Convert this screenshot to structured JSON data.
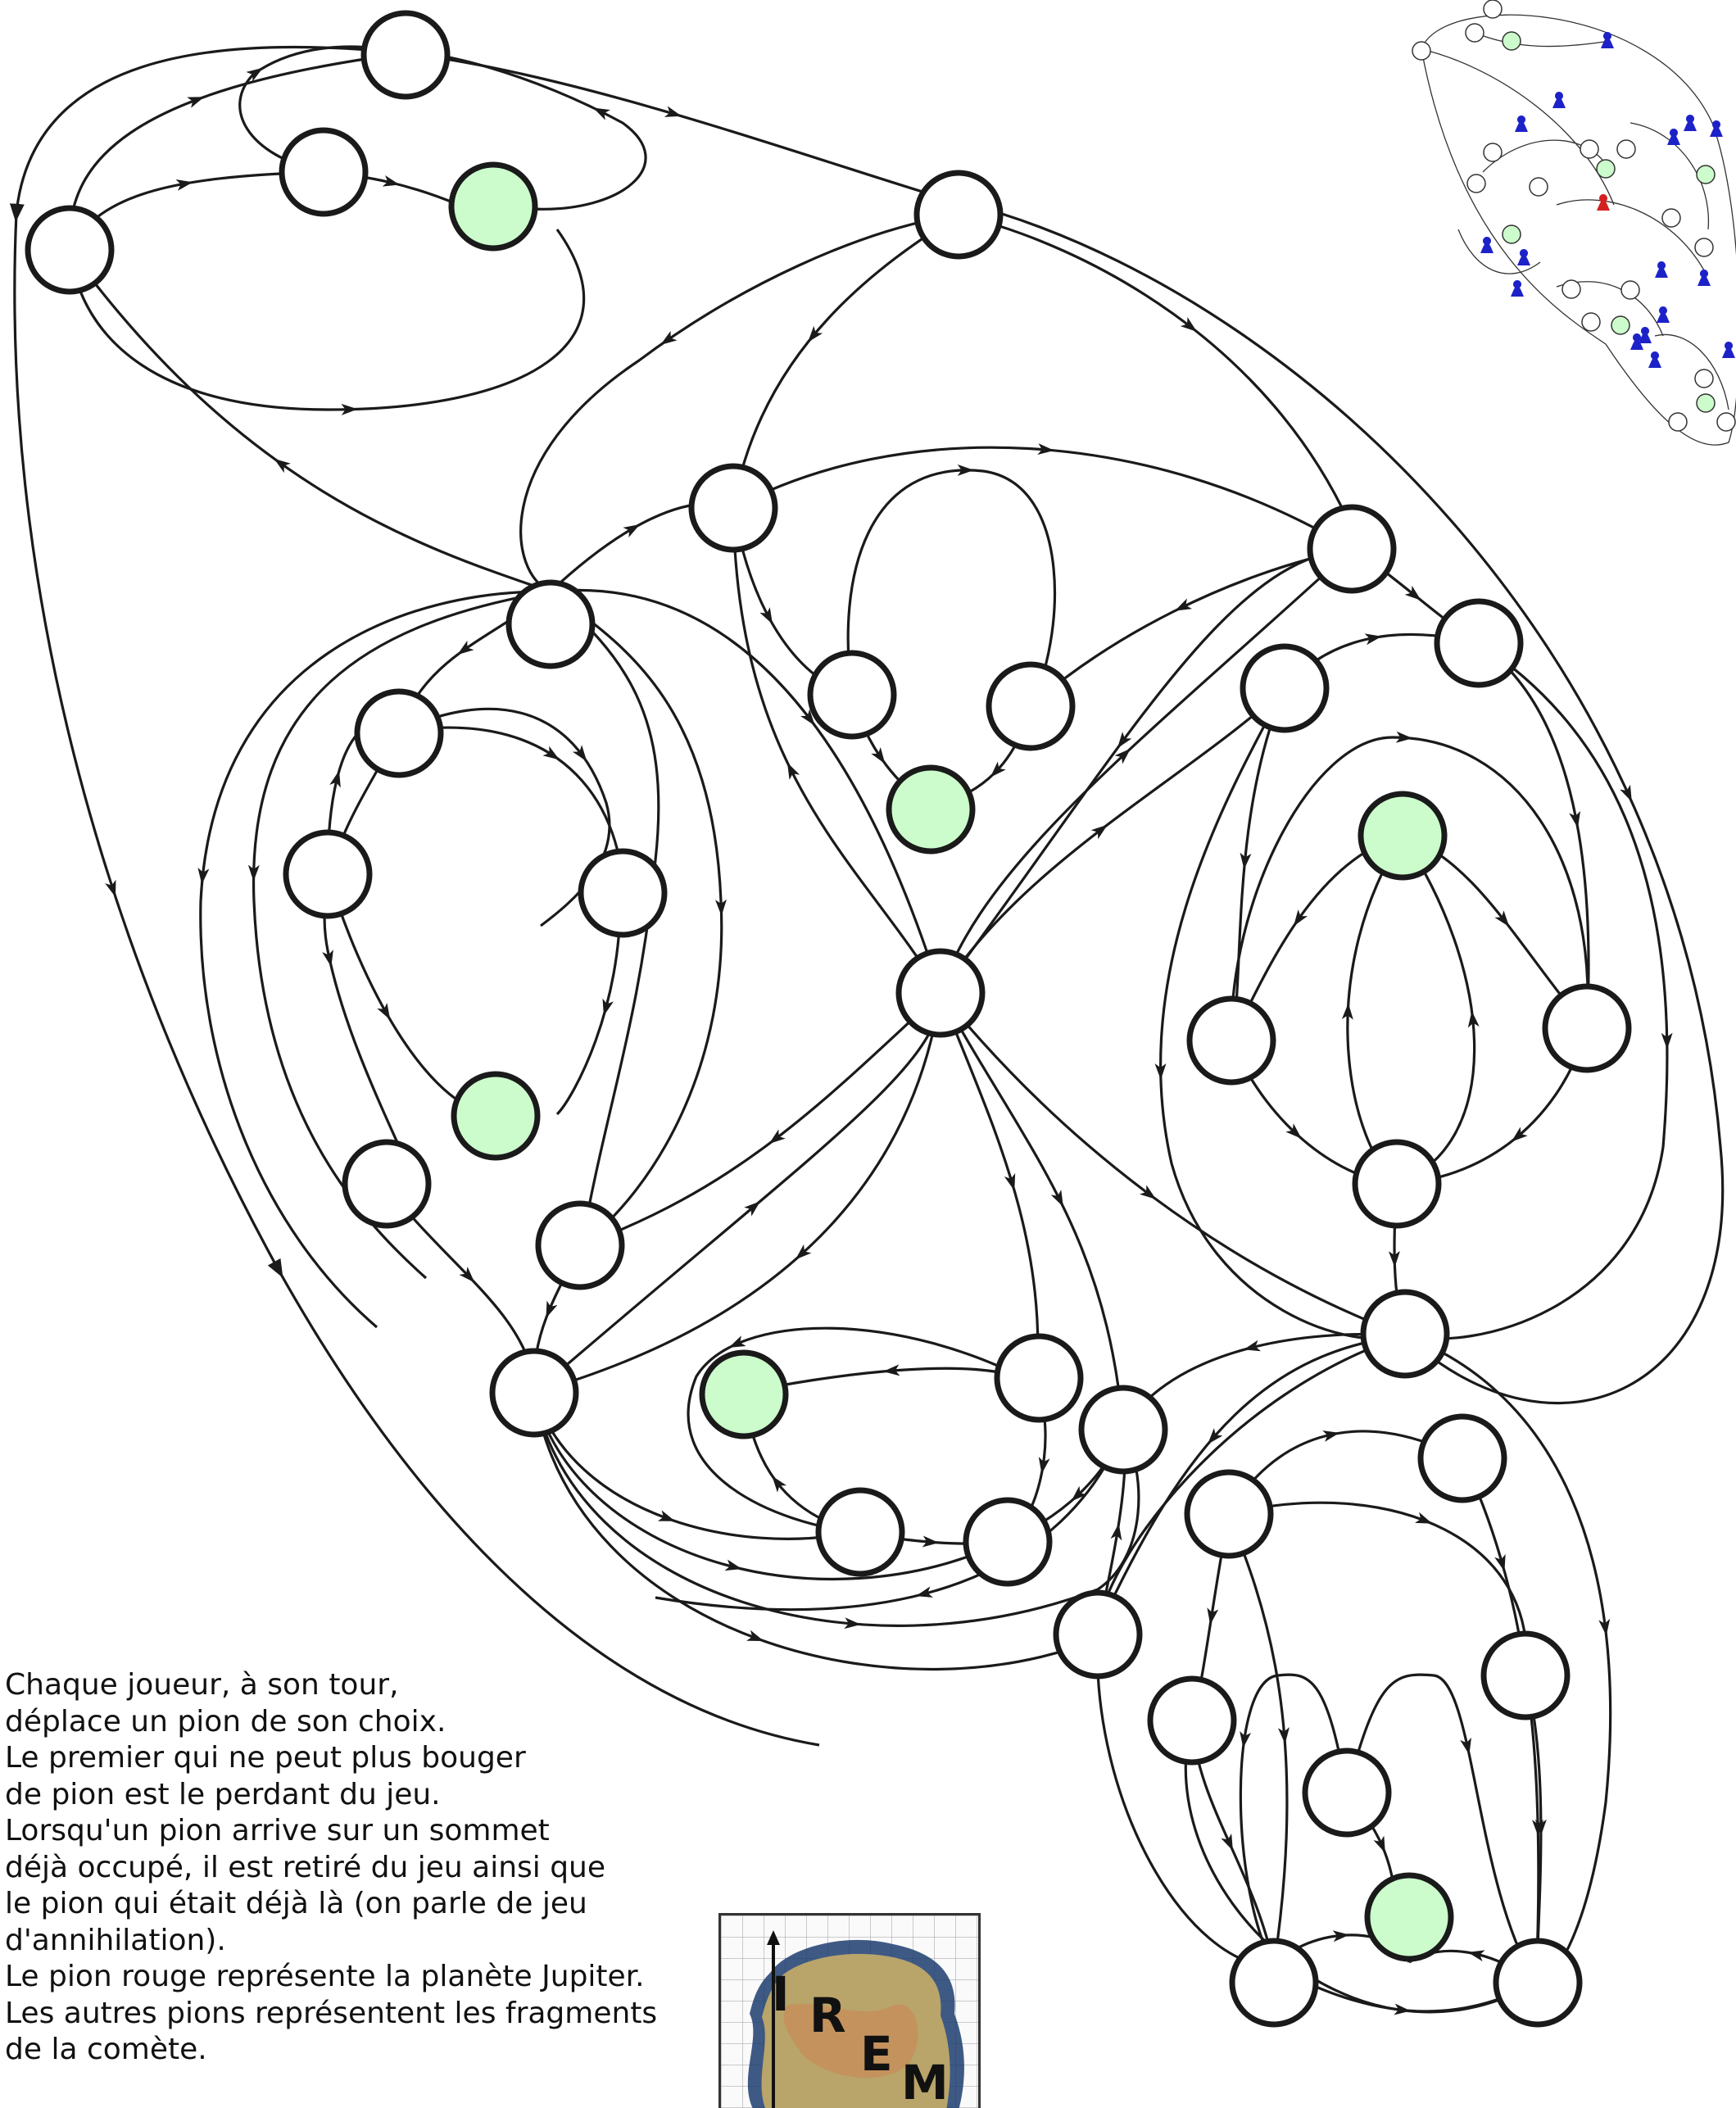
{
  "colors": {
    "node_fill": "#ffffff",
    "target_fill": "#ccfccc",
    "stroke": "#1a1a1a",
    "fragment_piece": "#1d22c8",
    "jupiter_piece": "#d42020",
    "logo_land": "#b9a46a",
    "logo_halo": "#1c3d6e"
  },
  "board": {
    "targets": [
      "target-top",
      "target-mid-top",
      "target-right",
      "target-left",
      "target-bottom",
      "target-lower-right"
    ]
  },
  "rules": {
    "lines": [
      "Chaque joueur, à son tour,",
      "déplace un pion de son choix.",
      "Le premier qui ne peut plus bouger",
      "de pion est le perdant du jeu.",
      "Lorsqu'un pion arrive sur un sommet",
      "déjà occupé, il est retiré du jeu ainsi que",
      "le pion qui était déjà là (on parle de jeu",
      "d'annihilation).",
      "Le pion rouge représente la planète Jupiter.",
      "Les autres pions représentent les fragments",
      "de la comète."
    ]
  },
  "logo": {
    "letters": [
      "I",
      "R",
      "E",
      "M"
    ]
  }
}
